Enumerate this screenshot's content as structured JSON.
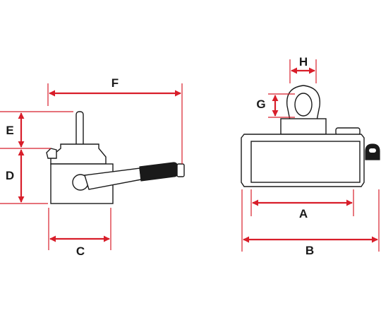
{
  "colors": {
    "dimension": "#d81e2a",
    "outline": "#1a1a1a",
    "background": "#ffffff"
  },
  "dimensions": {
    "A": "A",
    "B": "B",
    "C": "C",
    "D": "D",
    "E": "E",
    "F": "F",
    "G": "G",
    "H": "H"
  }
}
